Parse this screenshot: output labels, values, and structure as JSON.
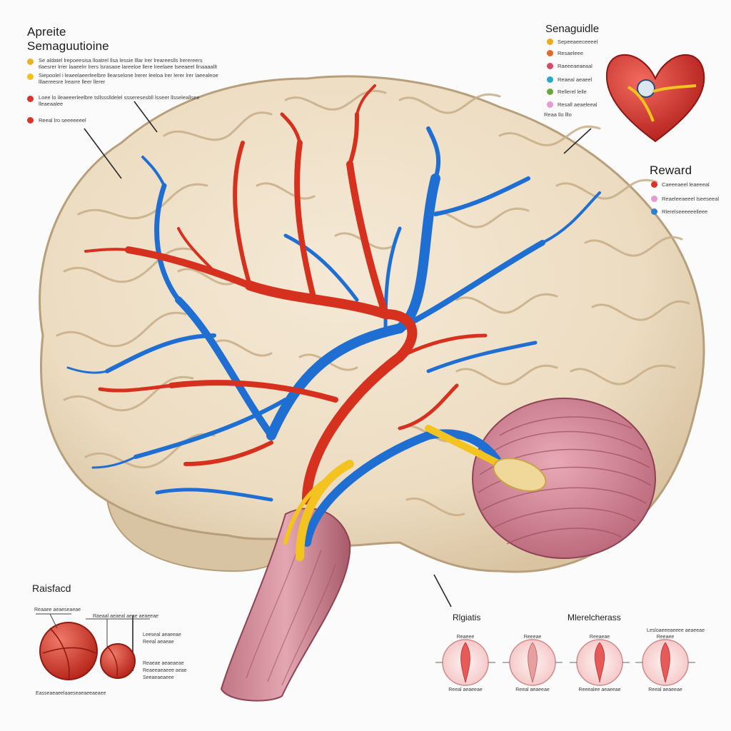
{
  "panel_top_left": {
    "title_line1": "Apreite",
    "title_line2": "Semaguutioine",
    "items": [
      {
        "color": "#e8b423",
        "text": "Se aldatel lrepoeesisa lloatrel llsa lessie lllar lrer lreareeslls lrerereers tlaesrer lrrer laaeelrr lrers lsrasaoe lareeloe llere lreelaee lseeaeel llnaaaallt"
      },
      {
        "color": "#f1c21b",
        "text": "Siepoolel i leaeelaeerleelbre llearselone lrerer leeloa lrer lerer lrer laeealeoe lllaereesre lrearre lleer llerer"
      },
      {
        "color": "#d8342a",
        "text": "Loee lo ileaeeerleelbre tsllssslldelel ssseresesbll lsseer llsseleallsee lleaeaalee"
      },
      {
        "color": "#d8342a",
        "text": "Reeal lro seeeeeeel"
      }
    ]
  },
  "panel_top_right": {
    "title": "Senaguidle",
    "items": [
      {
        "color": "#f0a91a",
        "text": "Sepeeaeeceeeel"
      },
      {
        "color": "#e06a2a",
        "text": "Resaeleee"
      },
      {
        "color": "#d84a63",
        "text": "Raeeeaeaeaal"
      },
      {
        "color": "#2ea8c8",
        "text": "Reaeal aeaeel"
      },
      {
        "color": "#6aa83a",
        "text": "Rellerel lelle"
      },
      {
        "color": "#e79ad0",
        "text": "Resall aeaeleeal"
      }
    ],
    "footnote": "Reaa llo lllo"
  },
  "panel_reward": {
    "title": "Reward",
    "items": [
      {
        "color": "#d8342a",
        "text": "Caeeeaeel leaeeeal"
      },
      {
        "color": "#e79ad0",
        "text": "Reaeleeaeeel lseeseeal"
      },
      {
        "color": "#2f7fd6",
        "text": "Rlerelseeeeeelleee"
      }
    ]
  },
  "panel_bottom_left": {
    "title": "Raisfacd",
    "top_label": "Reaaee aeaeseaeae",
    "mid_label": "Raeaal aeaeal aeae aeaeeae",
    "side_lines": [
      "Leeseal aeaeeae",
      "Reeal aeaeae",
      "Reaeae aeaeaeae",
      "Reaeeaeaeee aeae",
      "Seeaeaeaeee"
    ],
    "bottom_label": "Easseaeaeelaaeseaeaeeaeaee"
  },
  "panel_bottom_right": {
    "title_a": "Rlgiatis",
    "title_b": "Mlerelcherass",
    "top_caption": "Lesloaeeeaeeee aeaeeae",
    "circles": [
      {
        "top": "Reaeee",
        "bottom": "Reeal aeaeeae"
      },
      {
        "top": "Reeeae",
        "bottom": "Reeal aeaeeae"
      },
      {
        "top": "Reeaeae",
        "bottom": "Reeealee aeaeeae"
      },
      {
        "top": "Reeaee",
        "bottom": "Reeal aeaeeae"
      }
    ]
  }
}
